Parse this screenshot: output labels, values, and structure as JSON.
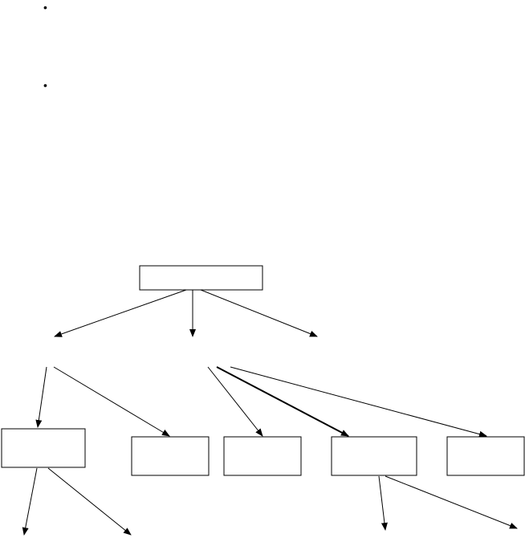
{
  "bullets": [
    {
      "glyph": "•"
    },
    {
      "glyph": "•"
    }
  ],
  "diagram": {
    "nodes": [
      {
        "id": "root",
        "label": ""
      },
      {
        "id": "leaf-a",
        "label": ""
      },
      {
        "id": "leaf-b",
        "label": ""
      },
      {
        "id": "leaf-c",
        "label": ""
      },
      {
        "id": "leaf-d",
        "label": ""
      },
      {
        "id": "leaf-e",
        "label": ""
      }
    ],
    "colors": {
      "stroke": "#000000",
      "fill": "#ffffff"
    }
  }
}
